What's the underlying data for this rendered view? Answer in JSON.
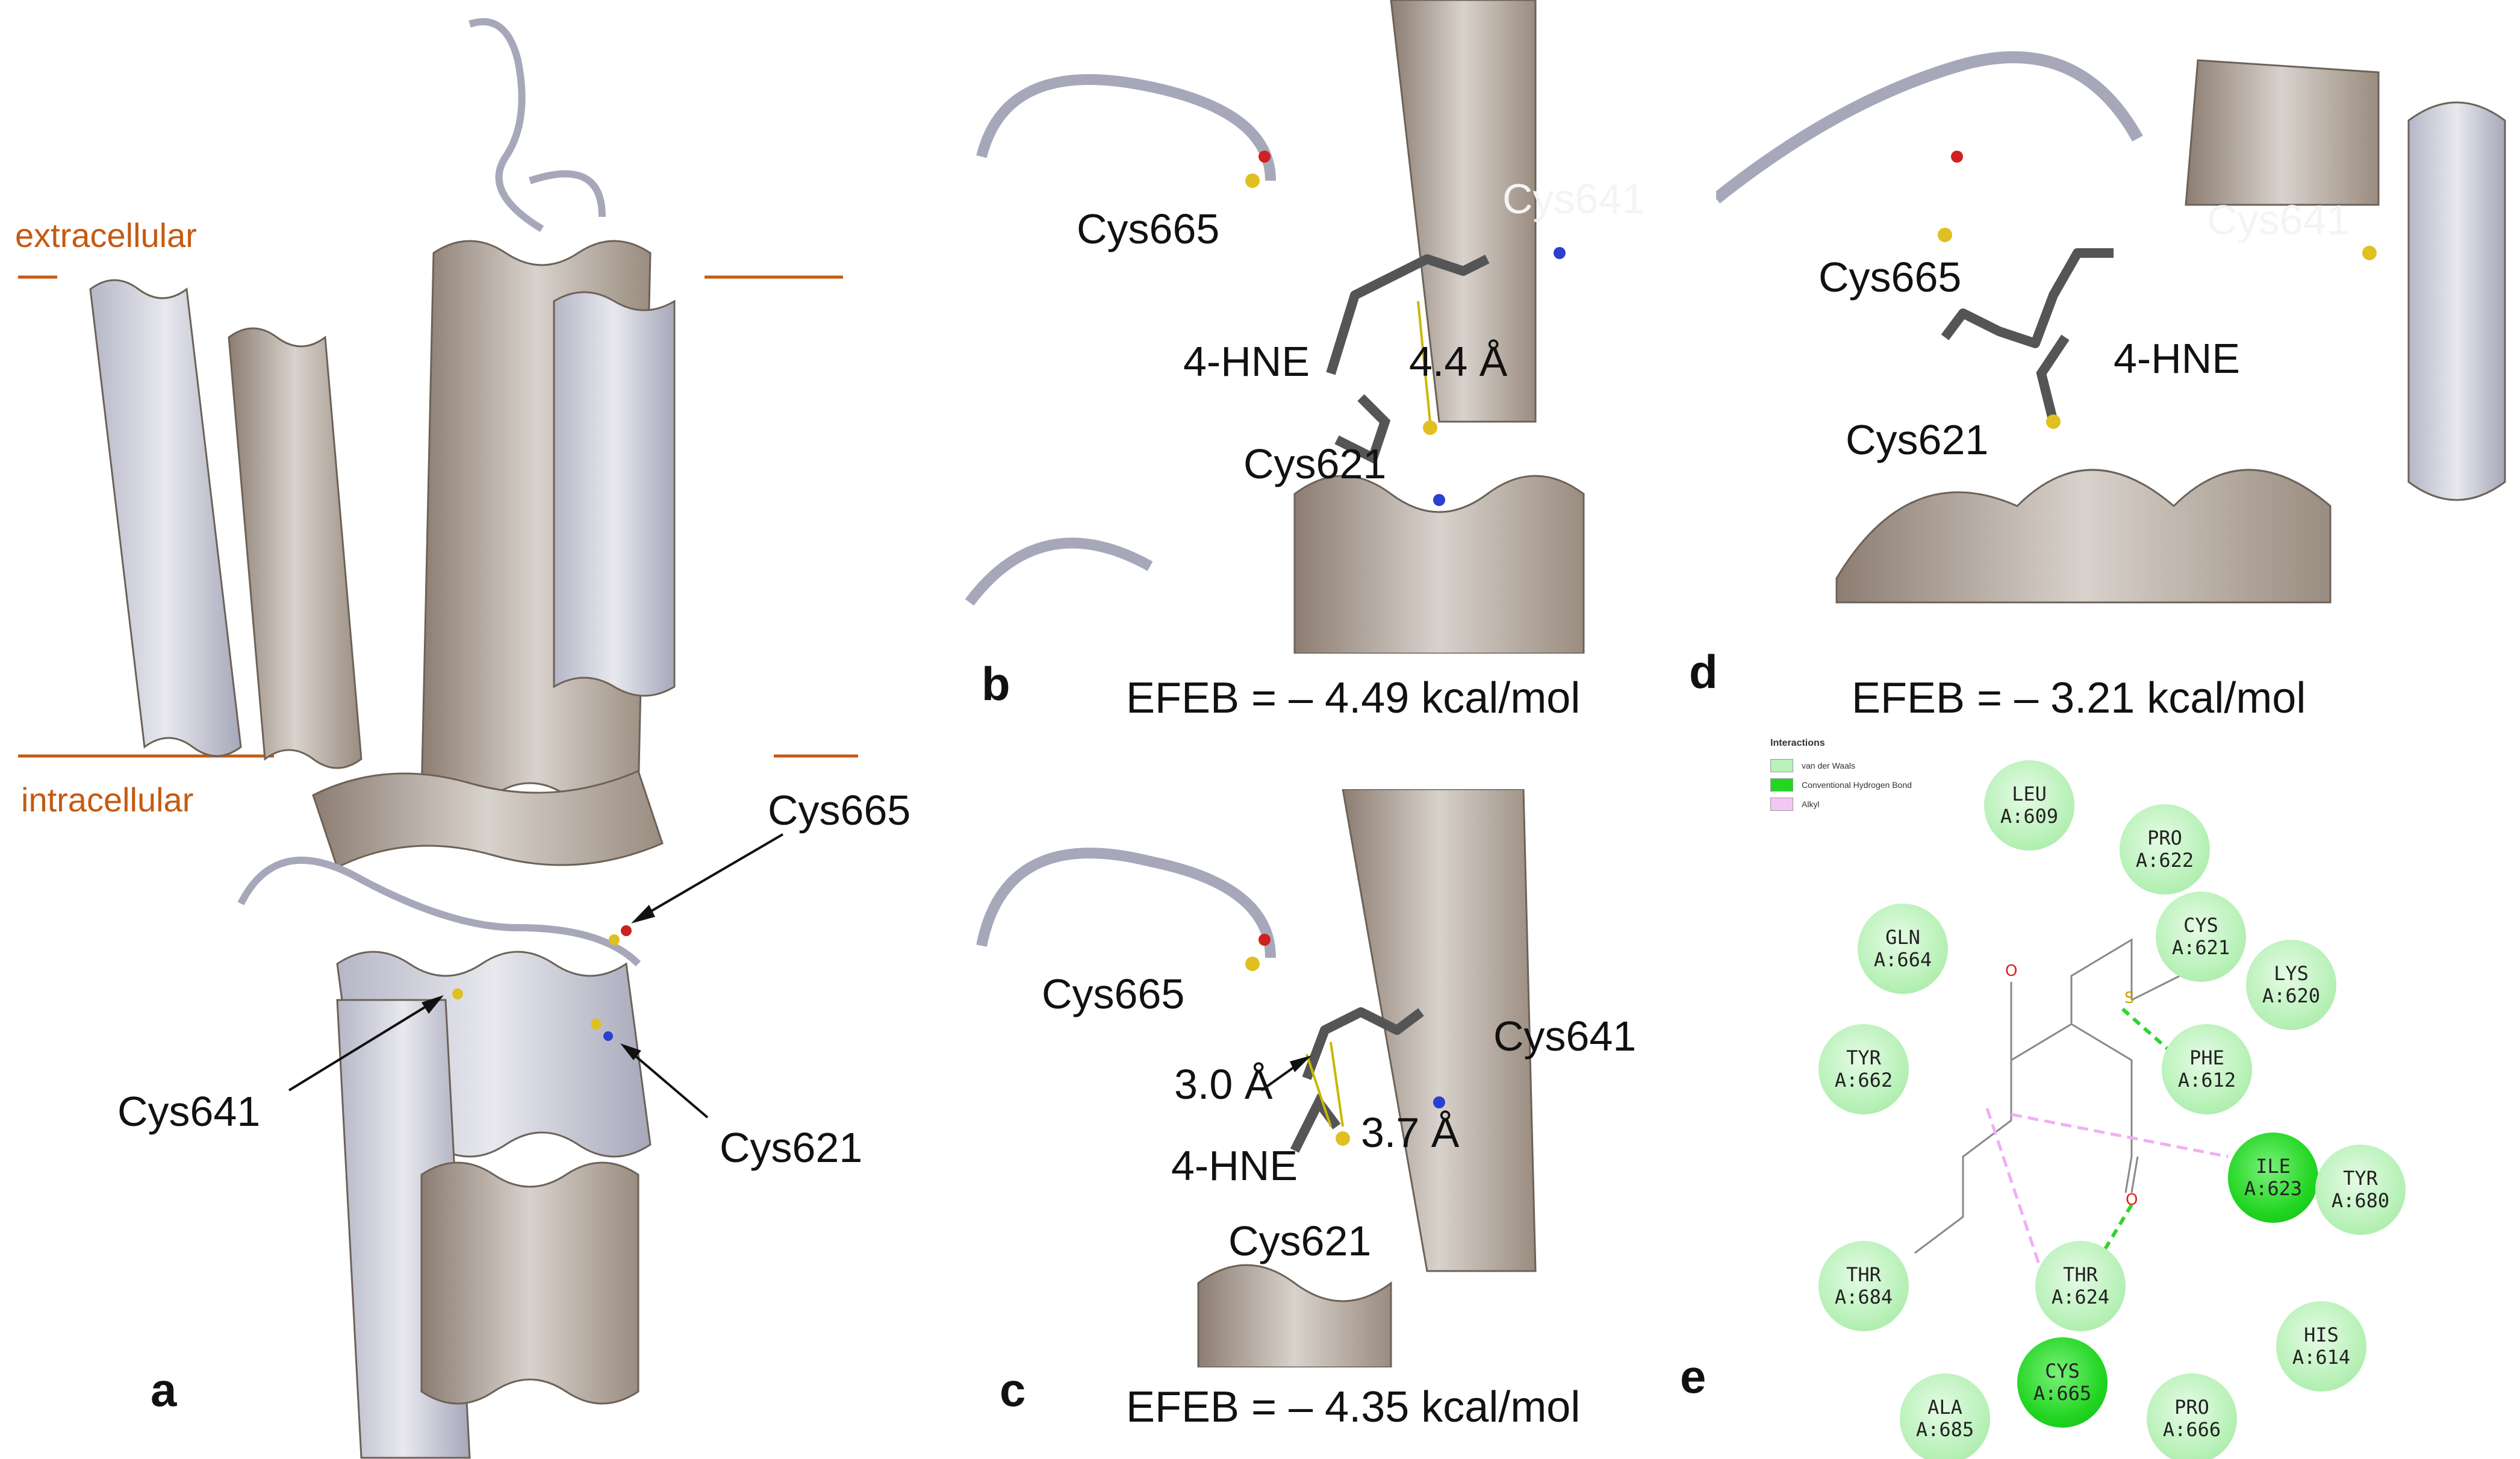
{
  "panels": {
    "a": {
      "letter": "a",
      "extracellular": "extracellular",
      "intracellular": "intracellular",
      "cys665": "Cys665",
      "cys641": "Cys641",
      "cys621": "Cys621"
    },
    "b": {
      "letter": "b",
      "cys665": "Cys665",
      "cys641": "Cys641",
      "ligand": "4-HNE",
      "distance": "4.4 Å",
      "cys621": "Cys621",
      "efeb": "EFEB = – 4.49 kcal/mol"
    },
    "c": {
      "letter": "c",
      "cys665": "Cys665",
      "cys641": "Cys641",
      "distance1": "3.0 Å",
      "distance2": "3.7 Å",
      "ligand": "4-HNE",
      "cys621": "Cys621",
      "efeb": "EFEB = – 4.35 kcal/mol"
    },
    "d": {
      "letter": "d",
      "cys665": "Cys665",
      "cys641": "Cys641",
      "ligand": "4-HNE",
      "cys621": "Cys621",
      "efeb": "EFEB = – 3.21 kcal/mol"
    },
    "e": {
      "letter": "e",
      "legend_title": "Interactions",
      "legend": [
        {
          "label": "van der Waals",
          "color": "#b9f1b9"
        },
        {
          "label": "Conventional Hydrogen Bond",
          "color": "#22d622"
        },
        {
          "label": "Alkyl",
          "color": "#f4c6f4"
        }
      ],
      "residues": [
        {
          "name": "LEU",
          "id": "A:609",
          "type": "vdw"
        },
        {
          "name": "PRO",
          "id": "A:622",
          "type": "vdw"
        },
        {
          "name": "GLN",
          "id": "A:664",
          "type": "vdw"
        },
        {
          "name": "CYS",
          "id": "A:621",
          "type": "vdw"
        },
        {
          "name": "LYS",
          "id": "A:620",
          "type": "vdw"
        },
        {
          "name": "TYR",
          "id": "A:662",
          "type": "vdw"
        },
        {
          "name": "PHE",
          "id": "A:612",
          "type": "vdw"
        },
        {
          "name": "ILE",
          "id": "A:623",
          "type": "hb"
        },
        {
          "name": "TYR",
          "id": "A:680",
          "type": "vdw"
        },
        {
          "name": "THR",
          "id": "A:684",
          "type": "vdw"
        },
        {
          "name": "THR",
          "id": "A:624",
          "type": "vdw"
        },
        {
          "name": "CYS",
          "id": "A:665",
          "type": "hb"
        },
        {
          "name": "HIS",
          "id": "A:614",
          "type": "vdw"
        },
        {
          "name": "ALA",
          "id": "A:685",
          "type": "vdw"
        },
        {
          "name": "PRO",
          "id": "A:666",
          "type": "vdw"
        }
      ],
      "atoms": {
        "o1": "O",
        "s": "S",
        "o2": "O"
      }
    }
  }
}
